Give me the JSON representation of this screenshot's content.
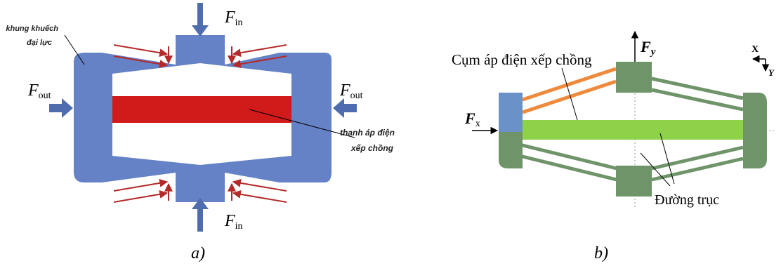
{
  "panel_a": {
    "caption": "a)",
    "force_in": {
      "base": "F",
      "sub": "in"
    },
    "force_out": {
      "base": "F",
      "sub": "out"
    },
    "frame_label": [
      "khung khuếch",
      "đại lực"
    ],
    "stack_label": [
      "thanh áp điện",
      "xếp chồng"
    ]
  },
  "panel_b": {
    "caption": "b)",
    "stack_label": "Cụm áp điện xếp chồng",
    "force_y": {
      "base": "F",
      "sub": "y"
    },
    "force_x": {
      "base": "F",
      "sub": "x"
    },
    "axis_x": "X",
    "axis_y": "Y",
    "axis_line_label": "Đường trục"
  },
  "colors": {
    "frame_blue": "#6582c6",
    "stack_red": "#d11a1a",
    "arrow_red": "#b42a2a",
    "frame_green": "#6f946a",
    "stack_green": "#8ed24a",
    "actuator_orange": "#ee8a3c",
    "actuator_blue": "#6b91c9"
  }
}
